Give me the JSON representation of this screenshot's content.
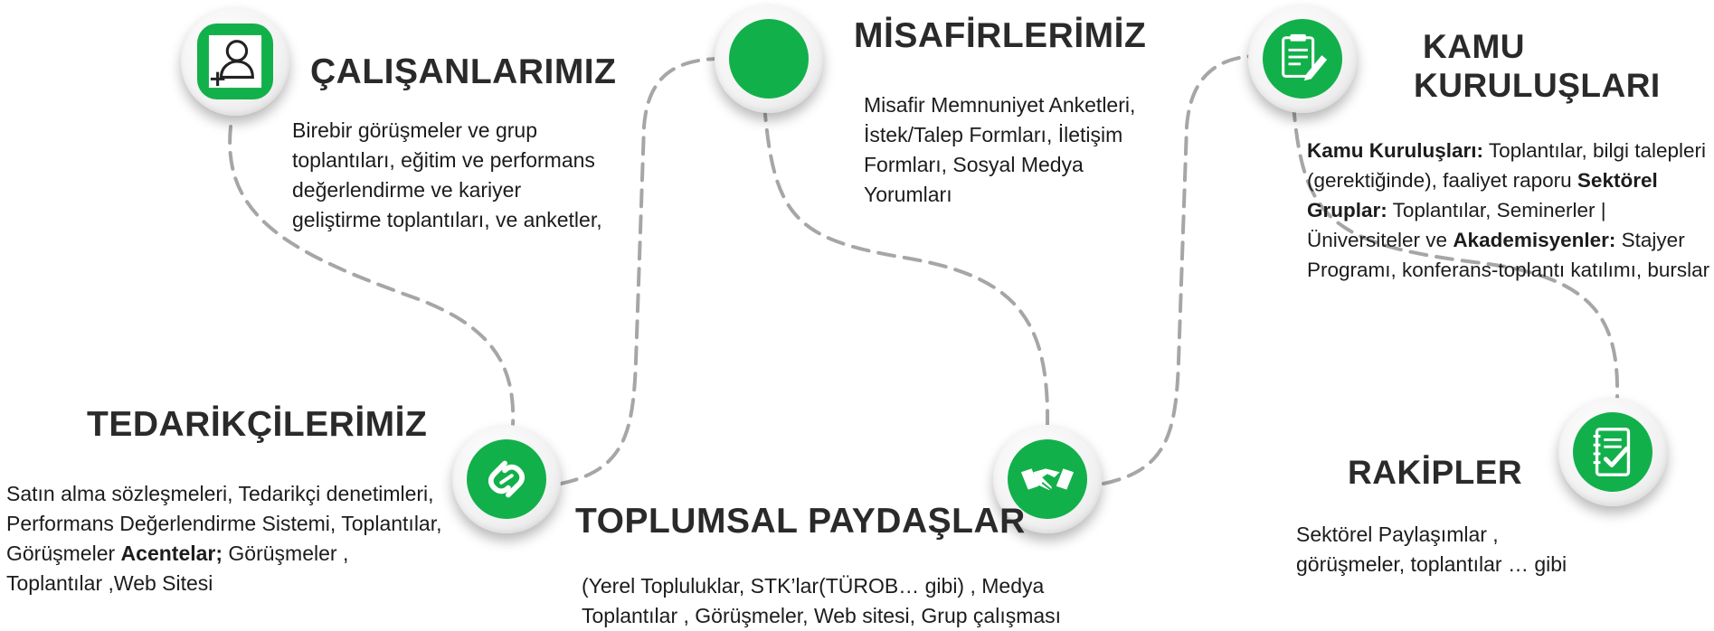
{
  "colors": {
    "accent": "#12b04a",
    "connector": "#a6a6a6",
    "text": "#1c1c1c"
  },
  "groups": {
    "calisanlar": {
      "icon": "user-add-icon",
      "title": "ÇALIŞANLARIMIZ",
      "lines": [
        "Birebir görüşmeler ve grup",
        "toplantıları, eğitim  ve performans",
        "değerlendirme ve kariyer",
        "geliştirme toplantıları, ve anketler,"
      ]
    },
    "misafirler": {
      "icon": "circle-icon",
      "title": "MİSAFİRLERİMİZ",
      "lines": [
        "Misafir Memnuniyet Anketleri,",
        "İstek/Talep Formları, İletişim",
        "Formları, Sosyal Medya",
        "Yorumları"
      ]
    },
    "kamu": {
      "icon": "document-edit-icon",
      "title_lines": [
        "KAMU",
        "KURULUŞLARI"
      ],
      "para": {
        "kamu_label": "Kamu Kuruluşları:",
        "kamu_text": " Toplantılar, bilgi talepleri (gerektiğinde), faaliyet raporu",
        "sektor_label": "Sektörel Gruplar:",
        "sektor_text": "  Toplantılar, Seminerler | Üniversiteler ve ",
        "akademi_label": "Akademisyenler:",
        "akademi_text": " Stajyer Programı, konferans-toplantı katılımı, burslar"
      }
    },
    "tedarikciler": {
      "icon": "link-icon",
      "title": "TEDARİKÇİLERİMİZ",
      "text": "Satın alma sözleşmeleri, Tedarikçi denetimleri, Performans Değerlendirme Sistemi, Toplantılar, Görüşmeler",
      "acente_label": "Acentelar;",
      "acente_text": "   Görüşmeler , Toplantılar ,Web Sitesi"
    },
    "toplumsal": {
      "icon": "handshake-icon",
      "title": "TOPLUMSAL PAYDAŞLAR",
      "lines": [
        "(Yerel Topluluklar, STK’lar(TÜROB… gibi) , Medya",
        "Toplantılar , Görüşmeler, Web sitesi, Grup çalışması"
      ]
    },
    "rakipler": {
      "icon": "notebook-check-icon",
      "title": "RAKİPLER",
      "lines": [
        "Sektörel Paylaşımlar ,",
        "görüşmeler,  toplantılar … gibi"
      ]
    }
  }
}
